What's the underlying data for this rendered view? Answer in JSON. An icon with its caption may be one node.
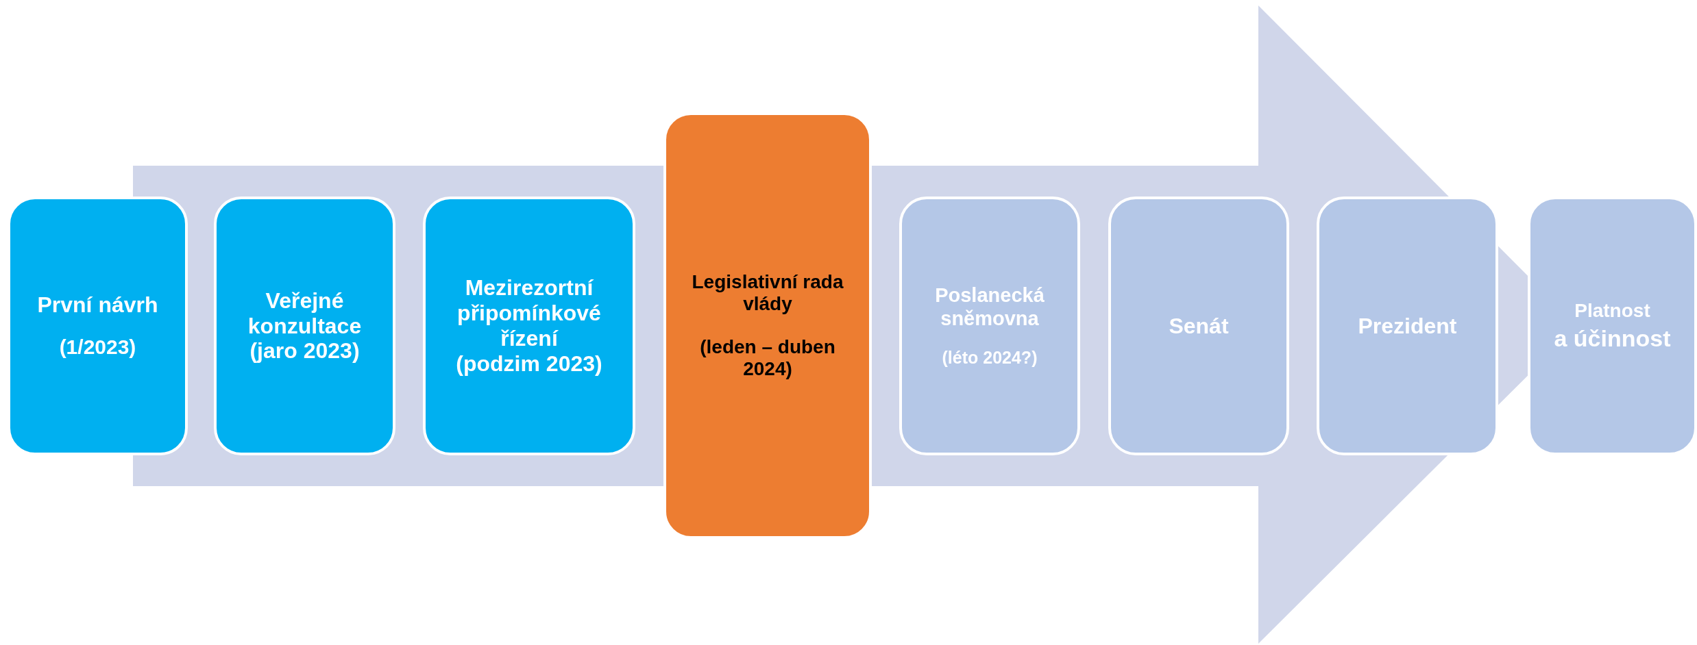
{
  "diagram": {
    "nodes": [
      {
        "text": [
          "První návrh",
          "(1/2023)"
        ]
      },
      {
        "text": [
          "Veřejné konzultace",
          "(jaro 2023)"
        ]
      },
      {
        "text": [
          "Mezirezortní připomínkové řízení",
          "(podzim 2023)"
        ]
      },
      {
        "text": [
          "Legislativní rada vlády",
          "(leden – duben 2024)"
        ]
      },
      {
        "text": [
          "Poslanecká sněmovna",
          "(léto 2024?)"
        ]
      },
      {
        "text": [
          "Senát"
        ]
      },
      {
        "text": [
          "Prezident"
        ]
      },
      {
        "text": [
          "Platnost",
          "a účinnost"
        ]
      }
    ],
    "edges": [
      {
        "from": 0,
        "to": 7,
        "arrow": "to"
      }
    ]
  }
}
